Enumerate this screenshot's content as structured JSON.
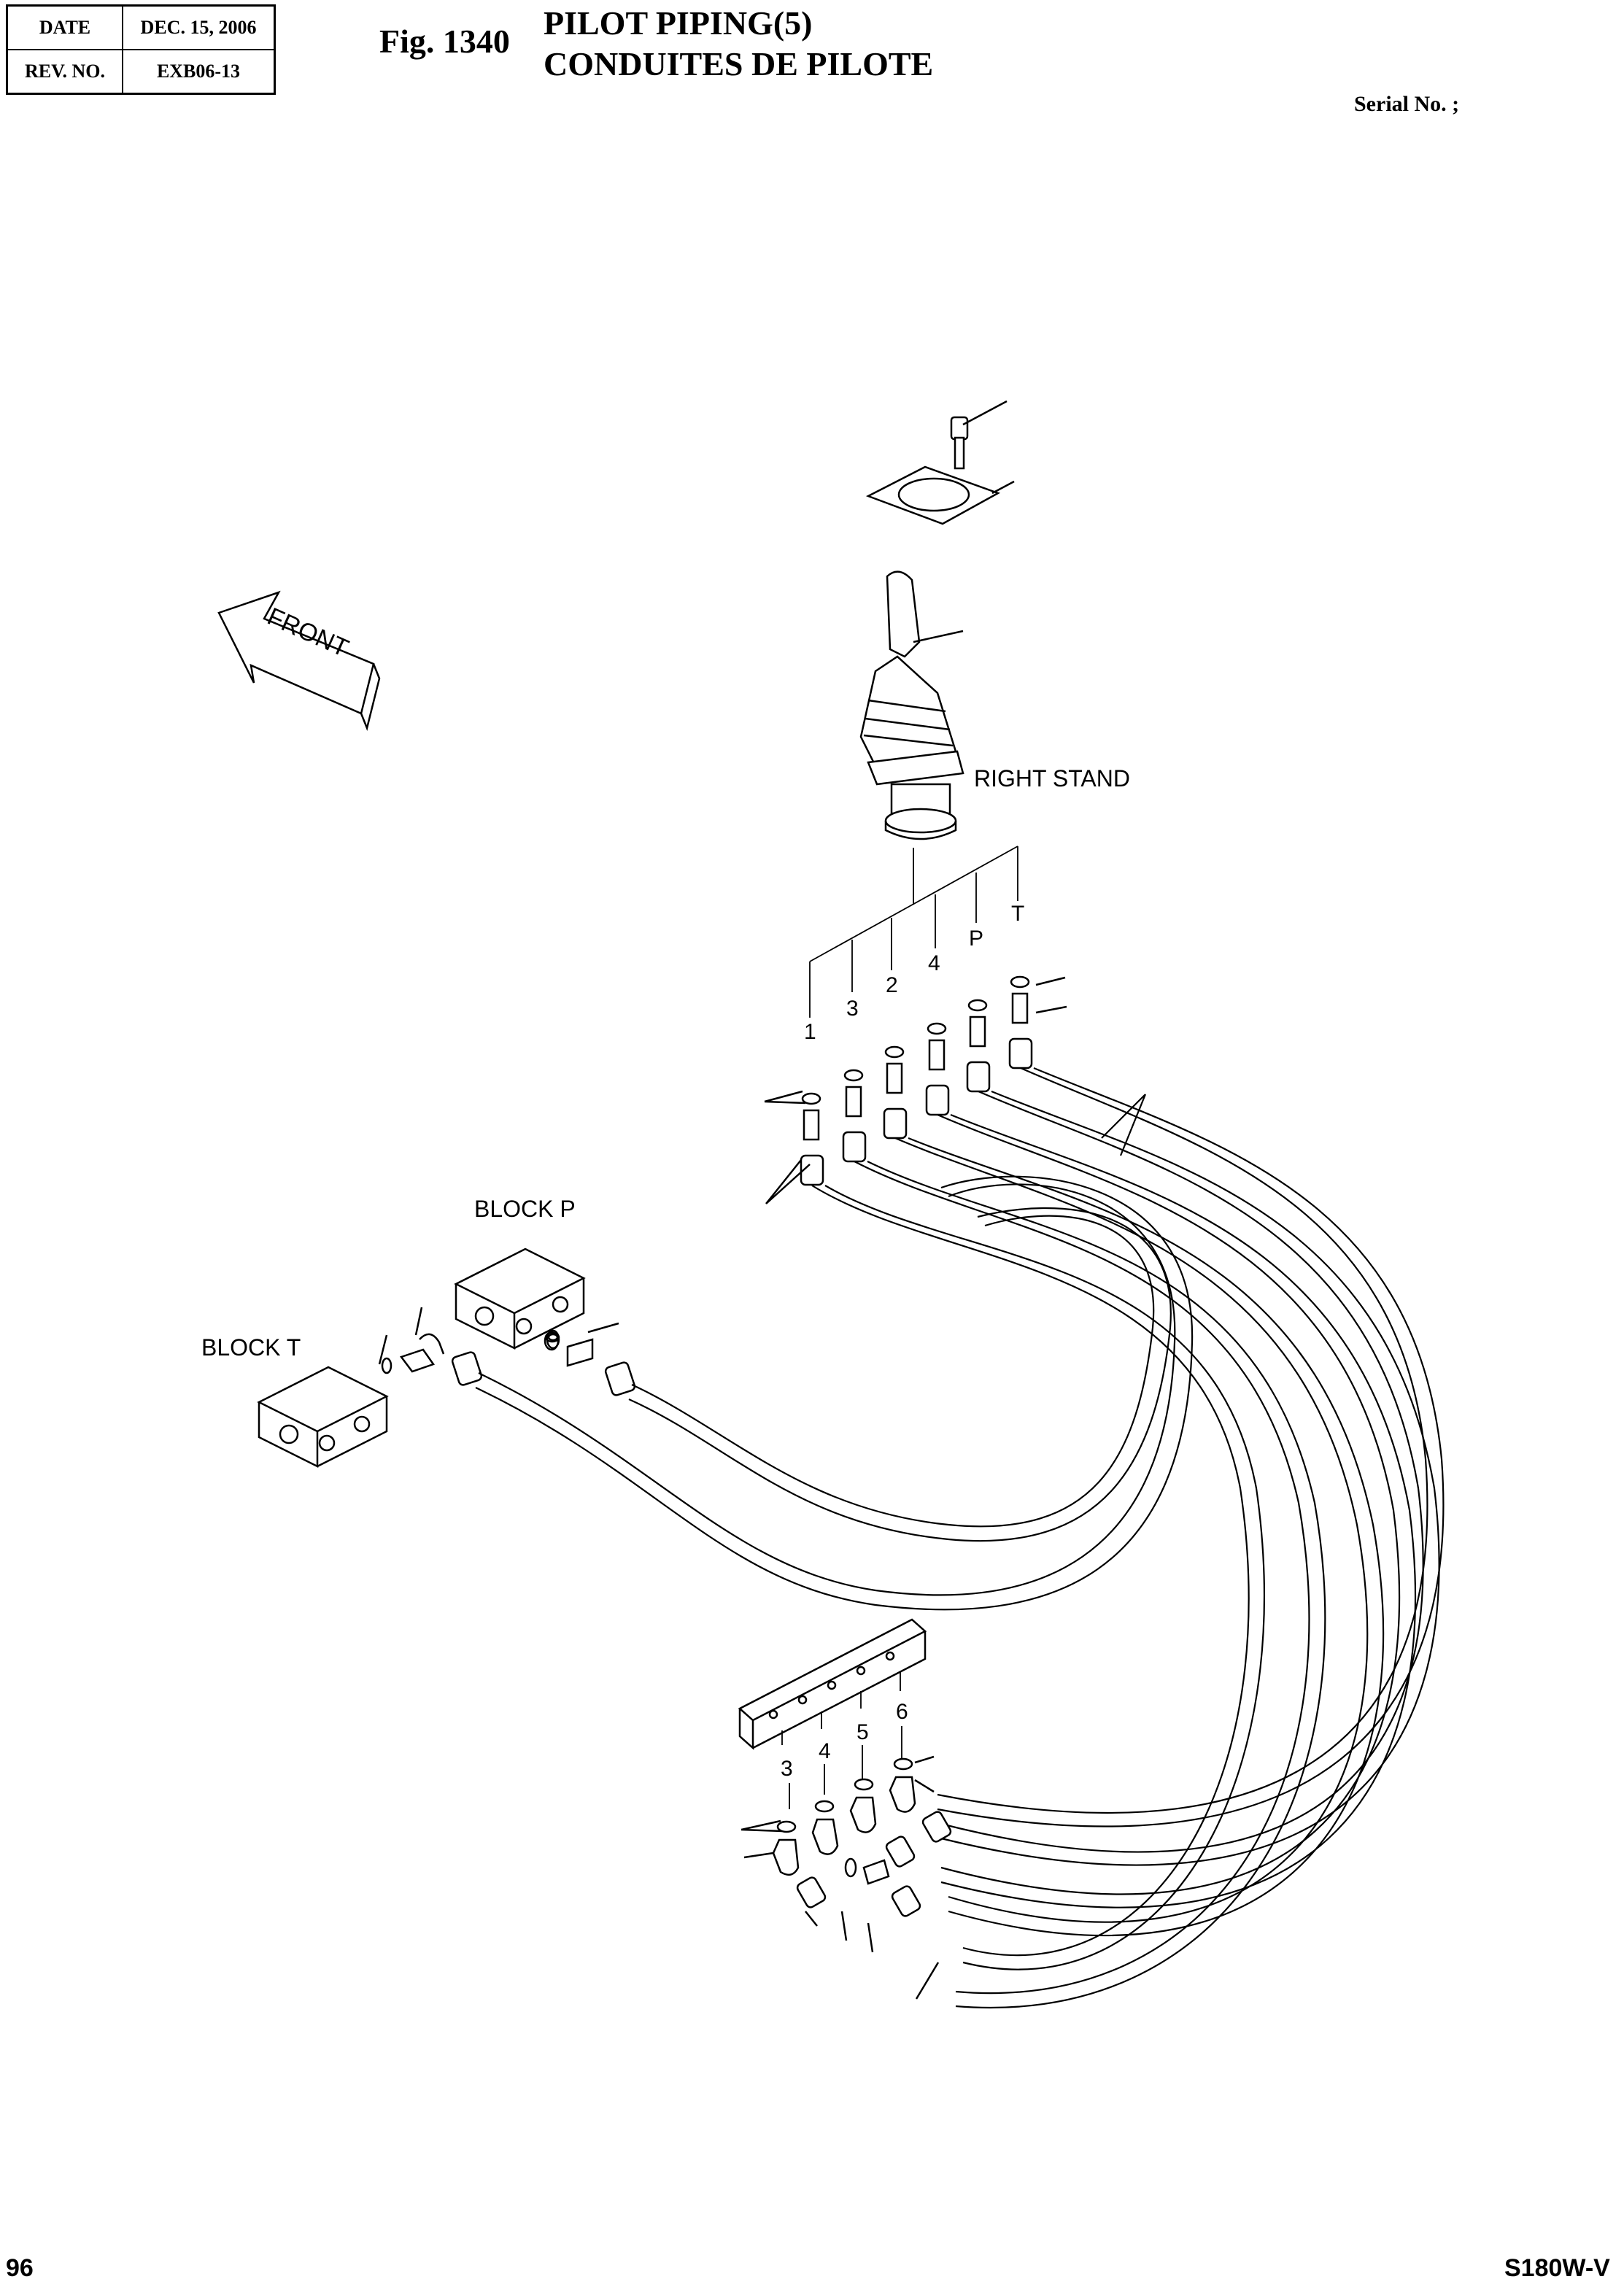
{
  "header": {
    "date_label": "DATE",
    "date_value": "DEC. 15, 2006",
    "rev_label": "REV. NO.",
    "rev_value": "EXB06-13"
  },
  "figure": {
    "number": "Fig. 1340",
    "title_en": "PILOT PIPING(5)",
    "title_fr": "CONDUITES DE PILOTE",
    "serial": "Serial No. ;"
  },
  "diagram": {
    "front_label": "FRONT",
    "right_stand_label": "RIGHT STAND",
    "block_p_label": "BLOCK P",
    "block_t_label": "BLOCK T",
    "joystick_ports": [
      "1",
      "3",
      "2",
      "4",
      "P",
      "T"
    ],
    "manifold_ports": [
      "3",
      "4",
      "5",
      "6"
    ]
  },
  "footer": {
    "page": "96",
    "model": "S180W-V"
  }
}
